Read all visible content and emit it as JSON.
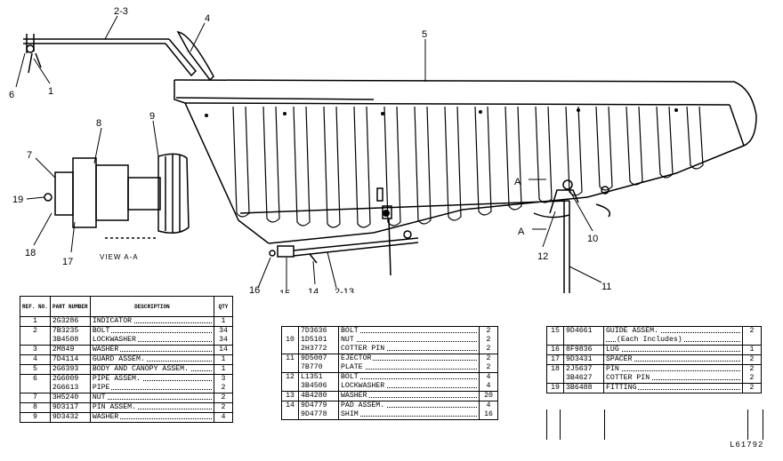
{
  "callouts": {
    "c23": "2-3",
    "c4": "4",
    "c5": "5",
    "c6": "6",
    "c1": "1",
    "c8": "8",
    "c9": "9",
    "c7": "7",
    "c19": "19",
    "c18": "18",
    "c17": "17",
    "cA1": "A",
    "cA2": "A",
    "c10": "10",
    "c12": "12",
    "c11": "11",
    "c16": "16",
    "c15": "15",
    "c14": "14",
    "c213": "2-13"
  },
  "view_label": "VIEW A-A",
  "figure_id": "L61792",
  "table1": {
    "headers": {
      "ref": "REF. NO.",
      "part": "PART NUMBER",
      "desc": "DESCRIPTION",
      "qty": "QTY"
    },
    "rows": [
      {
        "ref": "1",
        "part": "2G3286",
        "desc": "INDICATOR",
        "qty": "1"
      },
      {
        "ref": "2",
        "part": "7B3235",
        "desc": "BOLT",
        "qty": "34"
      },
      {
        "ref": "",
        "part": "3B4508",
        "desc": "LOCKWASHER",
        "qty": "34"
      },
      {
        "ref": "3",
        "part": "2M849",
        "desc": "WASHER",
        "qty": "14"
      },
      {
        "ref": "4",
        "part": "7D4114",
        "desc": "GUARD ASSEM.",
        "qty": "1"
      },
      {
        "ref": "5",
        "part": "2G6393",
        "desc": "BODY AND CANOPY ASSEM.",
        "qty": "1"
      },
      {
        "ref": "6",
        "part": "2G6009",
        "desc": "PIPE ASSEM.",
        "qty": "3"
      },
      {
        "ref": "",
        "part": "2G6613",
        "desc": "PIPE",
        "qty": "2"
      },
      {
        "ref": "7",
        "part": "3H5240",
        "desc": "NUT",
        "qty": "2"
      },
      {
        "ref": "8",
        "part": "9D3117",
        "desc": "PIN ASSEM.",
        "qty": "2"
      },
      {
        "ref": "9",
        "part": "9D3432",
        "desc": "WASHER",
        "qty": "4"
      }
    ]
  },
  "table2": {
    "rows": [
      {
        "ref": "",
        "part": "7D3636",
        "desc": "BOLT",
        "qty": "2"
      },
      {
        "ref": "10",
        "part": "1D5101",
        "desc": "NUT",
        "qty": "2"
      },
      {
        "ref": "",
        "part": "2H3772",
        "desc": "COTTER PIN",
        "qty": "2"
      },
      {
        "ref": "11",
        "part": "9D5007",
        "desc": "EJECTOR",
        "qty": "2"
      },
      {
        "ref": "",
        "part": "7B770",
        "desc": "PLATE",
        "qty": "2"
      },
      {
        "ref": "12",
        "part": "L1351",
        "desc": "BOLT",
        "qty": "4"
      },
      {
        "ref": "",
        "part": "3B4506",
        "desc": "LOCKWASHER",
        "qty": "4"
      },
      {
        "ref": "13",
        "part": "4B4280",
        "desc": "WASHER",
        "qty": "20"
      },
      {
        "ref": "14",
        "part": "9D4779",
        "desc": "PAD ASSEM.",
        "qty": "4"
      },
      {
        "ref": "",
        "part": "9D4778",
        "desc": "SHIM",
        "qty": "16"
      }
    ]
  },
  "table3": {
    "rows": [
      {
        "ref": "15",
        "part": "9D4661",
        "desc": "GUIDE ASSEM.",
        "qty": "2"
      },
      {
        "ref": "",
        "part": "",
        "desc": "(Each Includes)",
        "qty": ""
      },
      {
        "ref": "16",
        "part": "8F9836",
        "desc": "LUG",
        "qty": "1"
      },
      {
        "ref": "17",
        "part": "9D3431",
        "desc": "SPACER",
        "qty": "2"
      },
      {
        "ref": "18",
        "part": "2J5637",
        "desc": "PIN",
        "qty": "2"
      },
      {
        "ref": "",
        "part": "3B4627",
        "desc": "COTTER PIN",
        "qty": "2"
      },
      {
        "ref": "19",
        "part": "3B6488",
        "desc": "FITTING",
        "qty": "2"
      }
    ]
  }
}
